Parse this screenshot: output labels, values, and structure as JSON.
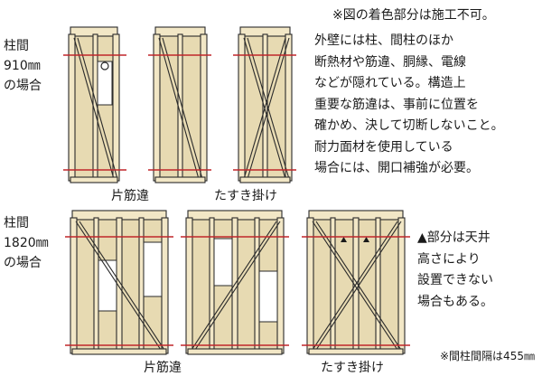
{
  "top_note": "※図の着色部分は施工不可。",
  "row1": {
    "label_line1": "柱間",
    "label_line2": "910㎜",
    "label_line3": "の場合",
    "caption_left": "片筋違",
    "caption_right": "たすき掛け"
  },
  "row2": {
    "label_line1": "柱間",
    "label_line2": "1820㎜",
    "label_line3": "の場合",
    "caption_left": "片筋違",
    "caption_right": "たすき掛け"
  },
  "explanation": {
    "lines": [
      "外壁には柱、間柱のほか",
      "断熱材や筋違、胴縁、電線",
      "などが隠れている。構造上",
      "重要な筋違は、事前に位置を",
      "確かめ、決して切断しないこと。",
      "耐力面材を使用している",
      "場合には、開口補強が必要。"
    ]
  },
  "triangle_note": {
    "lines": [
      "▲部分は天井",
      "高さにより",
      "設置できない",
      "場合もある。"
    ]
  },
  "bottom_note": "※間柱間隔は455㎜",
  "colors": {
    "shaded_area": "#e7dab2",
    "plate_line": "#c0262a",
    "outline": "#2a2a2a"
  }
}
